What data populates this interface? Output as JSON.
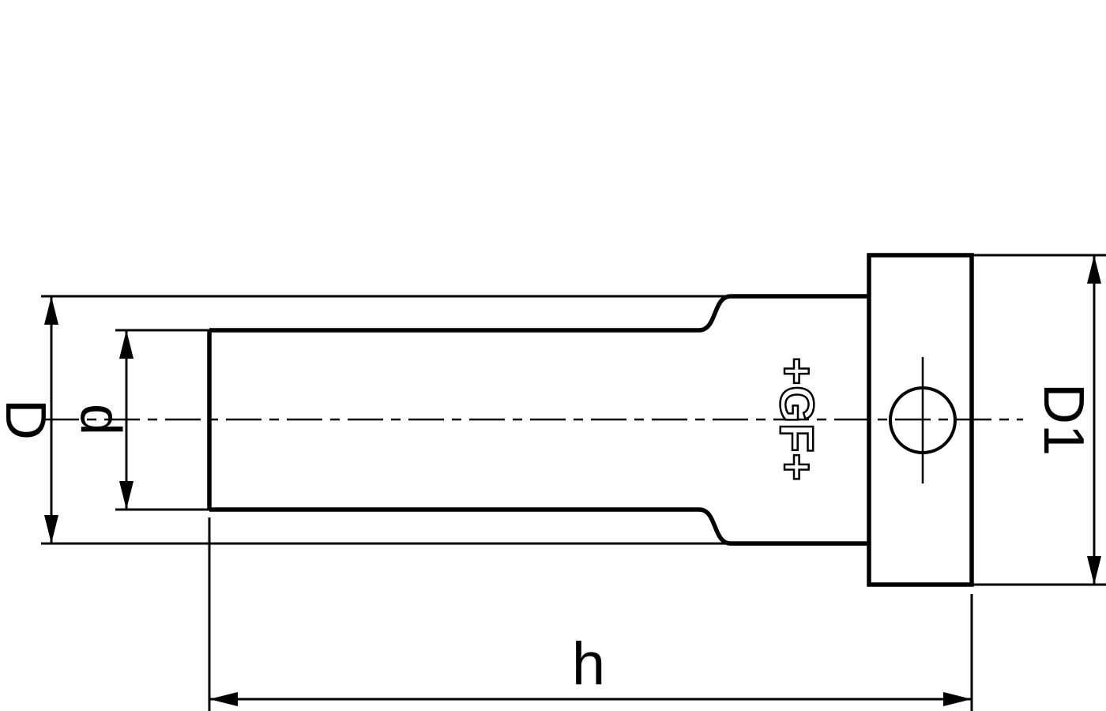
{
  "diagram": {
    "dimension_labels": {
      "outer_diameter": "D",
      "pipe_diameter": "d",
      "flange_diameter": "D1",
      "length": "h"
    },
    "logo_text": "+GF+",
    "colors": {
      "line": "#000000",
      "background": "#ffffff"
    }
  }
}
